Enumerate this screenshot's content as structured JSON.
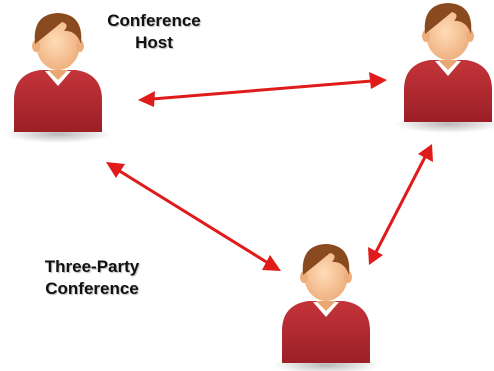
{
  "labels": {
    "host_line1": "Conference",
    "host_line2": "Host",
    "title_line1": "Three-Party",
    "title_line2": "Conference"
  },
  "participants": [
    {
      "role": "host",
      "icon": "person-icon"
    },
    {
      "role": "participant",
      "icon": "person-icon"
    },
    {
      "role": "participant",
      "icon": "person-icon"
    }
  ],
  "connections": [
    {
      "from": "host",
      "to": "participant-top-right",
      "type": "bidirectional"
    },
    {
      "from": "host",
      "to": "participant-bottom",
      "type": "bidirectional"
    },
    {
      "from": "participant-top-right",
      "to": "participant-bottom",
      "type": "bidirectional"
    }
  ],
  "colors": {
    "arrow": "#e01b1b",
    "shirt": "#b3262d",
    "collar": "#ffffff",
    "skin": "#f6c59a",
    "hair": "#8a4a1f"
  }
}
